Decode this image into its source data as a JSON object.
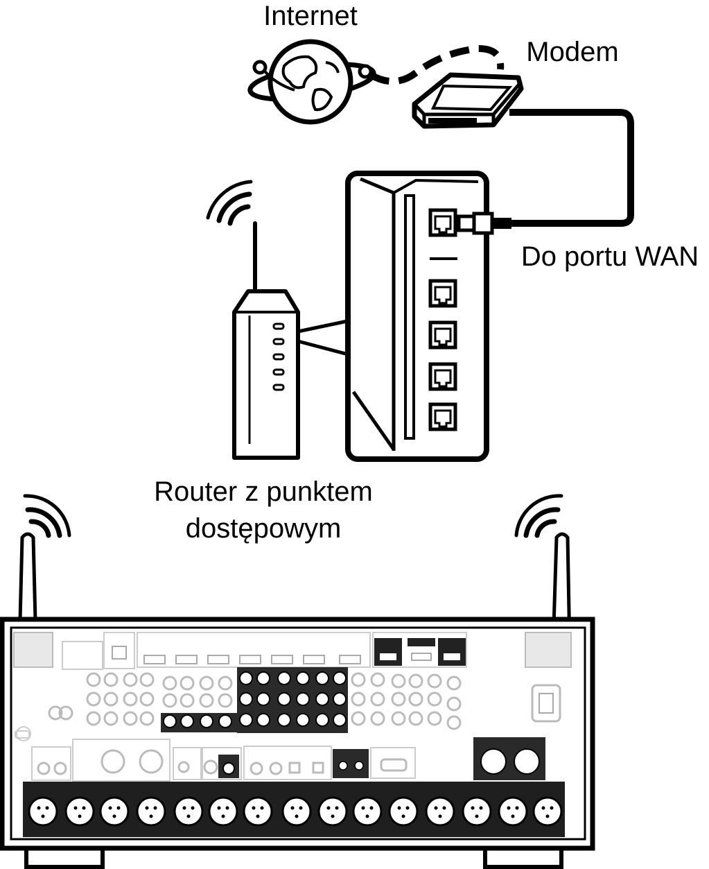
{
  "labels": {
    "internet": "Internet",
    "modem": "Modem",
    "wan_port": "Do portu WAN",
    "router_line1": "Router z punktem",
    "router_line2": "dostępowym"
  },
  "colors": {
    "line": "#000000",
    "panel_gray": "#c8c8c8",
    "panel_dark": "#1a1a1a",
    "background": "#ffffff"
  },
  "icons": [
    "globe-icon",
    "wifi-signal-icon",
    "modem-icon",
    "router-icon",
    "ethernet-port-icon",
    "rj45-plug-icon",
    "av-receiver-icon",
    "antenna-icon"
  ]
}
